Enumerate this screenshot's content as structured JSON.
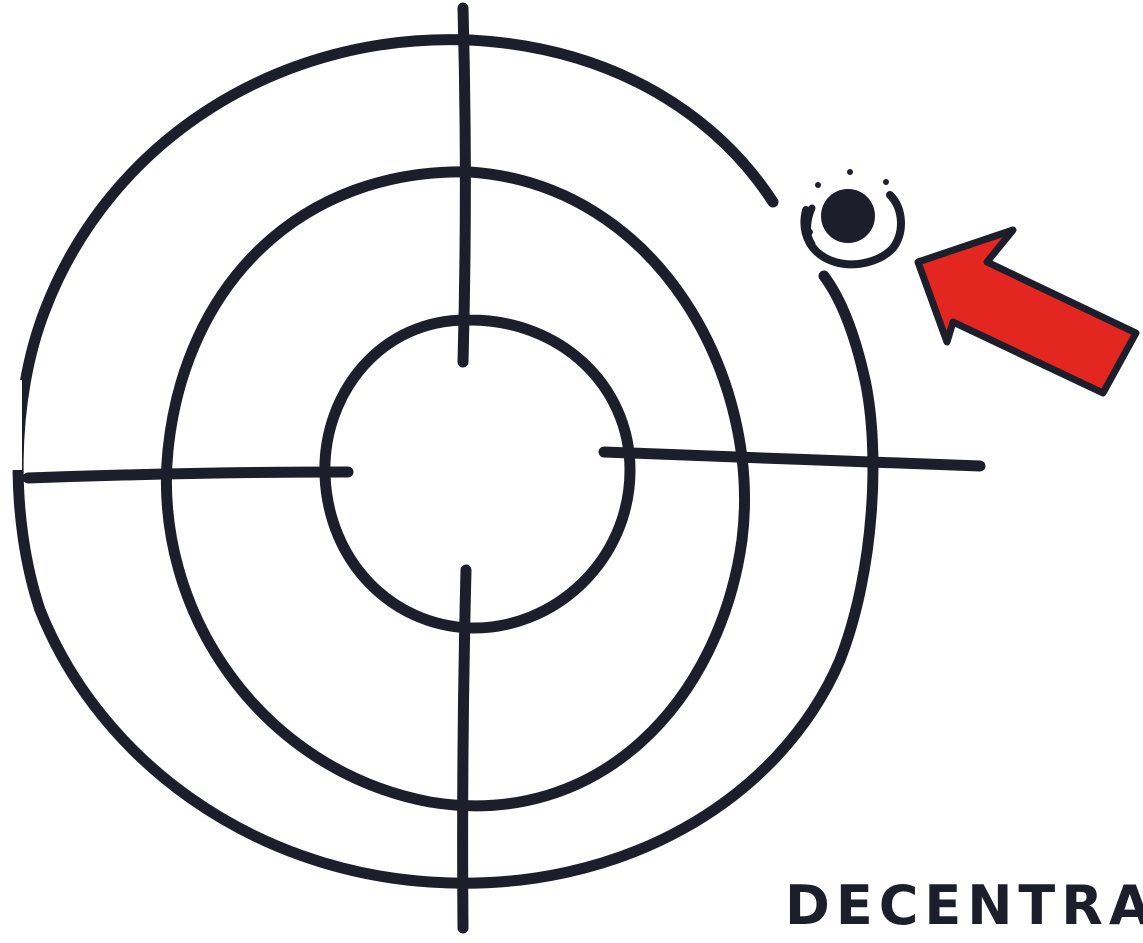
{
  "caption": "DECENTRAAL",
  "colors": {
    "ink": "#1d1e2c",
    "arrow": "#e3261f",
    "background": "#ffffff"
  },
  "elements": {
    "target": "concentric-target-with-crosshair",
    "hole": "off-center-hit-mark",
    "arrow": "pointer-arrow"
  }
}
